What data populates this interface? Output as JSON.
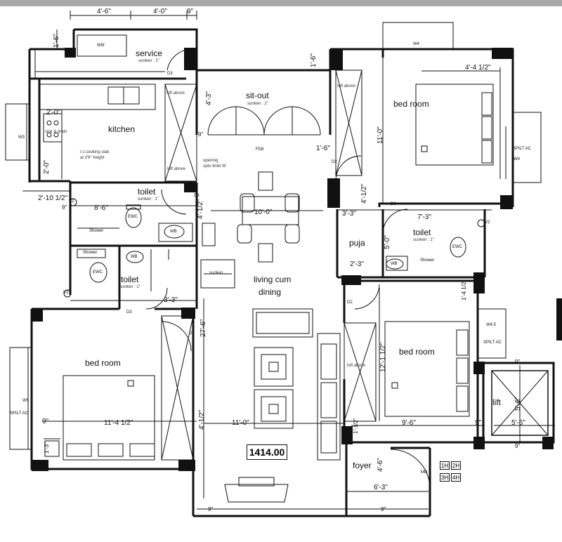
{
  "rooms": {
    "service": "service",
    "service_sub": "sunken : 2\"",
    "kitchen": "kitchen",
    "sitout": "sit-out",
    "sitout_sub": "sunken : 2\"",
    "bedroom_ne": "bed room",
    "toilet_mid": "toilet",
    "toilet_mid_sub": "sunken : 1\"",
    "toilet_sw": "toilet",
    "toilet_sw_sub": "sunken : 1\"",
    "toilet_e": "toilet",
    "toilet_e_sub": "sunken : 1\"",
    "puja": "puja",
    "living_line1": "living cum",
    "living_line2": "dining",
    "bedroom_sw": "bed room",
    "bedroom_e": "bed room",
    "lift": "lift",
    "foyer": "foyer"
  },
  "dimensions": {
    "top_1": "4'-6\"",
    "top_2": "4'-0\"",
    "top_3": "9\"",
    "service_side": "1'-6\"",
    "kitchen_a": "2'-0\"",
    "kitchen_b": "2'-0\"",
    "sitout_h": "4'-3\"",
    "sitout_9": "9\"",
    "bed_ne_top": "4'-4 1/2\"",
    "bed_ne_side": "11'-0\"",
    "ne_1_6a": "1'-6\"",
    "ne_1_6b": "1'-6\"",
    "ne_4_1_2": "4'-1/2\"",
    "toilet_row": "2'-10 1/2\"",
    "toilet_row_9": "9\"",
    "toilet_w": "8'-6\"",
    "mid_4_1_2": "4'-1/2\"",
    "dining_w": "10'-0\"",
    "puja_w": "3'-3\"",
    "toilet_e_w": "7'-3\"",
    "puja_h": "5'-0\"",
    "puja_d": "2'-3\"",
    "sw_3_3": "3'-3\"",
    "living_h": "27'-6\"",
    "e_1_4_1_2": "1'-4 1/2\"",
    "bed_e_side": "12'-1 1/2\"",
    "lift_9_top": "9\"",
    "lift_v": "5'-6\"",
    "lift_h": "5'-6\"",
    "lift_9_l": "9\"",
    "lift_9_b": "9\"",
    "bed_sw_9": "9\"",
    "bed_sw_w": "11'-4 1/2\"",
    "bed_sw_side": "4'-1/2\"",
    "sw_1_3": "1'-3\"",
    "living_w": "11'-0\"",
    "bed_e_1": "1'-1/2\"",
    "bed_e_w": "9'-6\"",
    "foyer_h": "4'-6\"",
    "foyer_w": "6'-3\"",
    "bottom_9a": "9\"",
    "bottom_9b": "9\""
  },
  "tags": {
    "wm": "WM",
    "w3": "W3",
    "w4_top": "W4",
    "w4_right": "W4",
    "w4_5": "W4.5",
    "w5": "W5",
    "d3_service": "D3",
    "d3_toilet": "D3",
    "d3_sw": "D3",
    "d3_puja": "D3",
    "d2_ne": "D2",
    "d2_e": "D2",
    "d2_sw": "D2",
    "fd8": "FD8",
    "md": "MD",
    "v2_a": "V2",
    "v2_b": "V2",
    "v2_c": "V2",
    "split_ac_ne": "SPILT AC",
    "split_ac_e": "SPILT AC",
    "split_ac_sw": "SPILT AC"
  },
  "notes": {
    "loft_service": "loft above",
    "loft_kitchen": "loft above",
    "loft_ne": "loft above",
    "loft_e": "loft above",
    "kitchen_slab": "r.c.cooking slab",
    "kitchen_slab2": "at 2'6\" height",
    "sink": "sink & drain",
    "opening": "opening",
    "opening2": "upto lintel M",
    "sunken": "sunken"
  },
  "fixtures": {
    "ewc_mid": "EWC",
    "wb_mid": "WB",
    "shower_mid": "Shower",
    "ewc_sw": "EWC",
    "wb_sw": "WB",
    "shower_sw": "Shower",
    "ewc_e": "EWC",
    "wb_e": "WB",
    "shower_e": "Shower"
  },
  "area": "1414.00",
  "key": [
    "1H",
    "2H",
    "3H",
    "4H"
  ]
}
